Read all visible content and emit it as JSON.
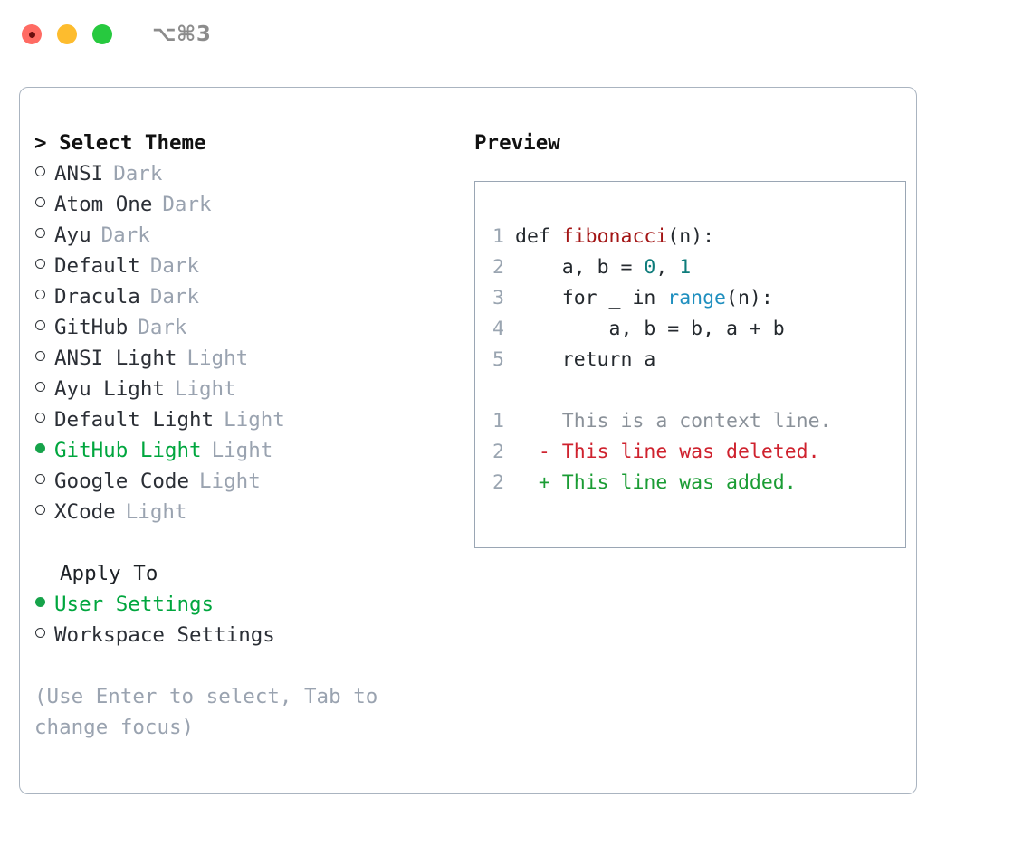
{
  "titlebar": {
    "shortcut": "⌥⌘3",
    "lights": [
      {
        "name": "close",
        "color": "#ff6b63"
      },
      {
        "name": "minimize",
        "color": "#fdbc2e"
      },
      {
        "name": "maximize",
        "color": "#27c93f"
      }
    ]
  },
  "theme_list": {
    "heading": "> Select Theme",
    "items": [
      {
        "name": "ANSI",
        "kind": "Dark",
        "selected": false
      },
      {
        "name": "Atom One",
        "kind": "Dark",
        "selected": false
      },
      {
        "name": "Ayu",
        "kind": "Dark",
        "selected": false
      },
      {
        "name": "Default",
        "kind": "Dark",
        "selected": false
      },
      {
        "name": "Dracula",
        "kind": "Dark",
        "selected": false
      },
      {
        "name": "GitHub",
        "kind": "Dark",
        "selected": false
      },
      {
        "name": "ANSI Light",
        "kind": "Light",
        "selected": false
      },
      {
        "name": "Ayu Light",
        "kind": "Light",
        "selected": false
      },
      {
        "name": "Default Light",
        "kind": "Light",
        "selected": false
      },
      {
        "name": "GitHub Light",
        "kind": "Light",
        "selected": true
      },
      {
        "name": "Google Code",
        "kind": "Light",
        "selected": false
      },
      {
        "name": "XCode",
        "kind": "Light",
        "selected": false
      }
    ]
  },
  "apply_to": {
    "heading": "Apply To",
    "options": [
      {
        "label": "User Settings",
        "selected": true
      },
      {
        "label": "Workspace Settings",
        "selected": false
      }
    ]
  },
  "hint": "(Use Enter to select, Tab to change focus)",
  "preview": {
    "title": "Preview",
    "code_lines": [
      {
        "num": "1",
        "tokens": [
          {
            "t": "def ",
            "c": "plain"
          },
          {
            "t": "fibonacci",
            "c": "fn"
          },
          {
            "t": "(n):",
            "c": "plain"
          }
        ]
      },
      {
        "num": "2",
        "tokens": [
          {
            "t": "    a, b = ",
            "c": "plain"
          },
          {
            "t": "0",
            "c": "num"
          },
          {
            "t": ", ",
            "c": "plain"
          },
          {
            "t": "1",
            "c": "num"
          }
        ]
      },
      {
        "num": "3",
        "tokens": [
          {
            "t": "    for _ in ",
            "c": "plain"
          },
          {
            "t": "range",
            "c": "call"
          },
          {
            "t": "(n):",
            "c": "plain"
          }
        ]
      },
      {
        "num": "4",
        "tokens": [
          {
            "t": "        a, b = b, a + b",
            "c": "plain"
          }
        ]
      },
      {
        "num": "5",
        "tokens": [
          {
            "t": "    return a",
            "c": "plain"
          }
        ]
      }
    ],
    "diff_lines": [
      {
        "num": "1",
        "marker": " ",
        "text": " This is a context line.",
        "kind": "ctx"
      },
      {
        "num": "2",
        "marker": "-",
        "text": " This line was deleted.",
        "kind": "del"
      },
      {
        "num": "2",
        "marker": "+",
        "text": " This line was added.",
        "kind": "add"
      }
    ]
  },
  "colors": {
    "accent_green": "#00a63e",
    "muted": "#9aa3b0",
    "border": "#aab4c0",
    "code_border": "#9aa6b4",
    "diff_add": "#1a9c34",
    "diff_del": "#cf222e",
    "token_fn": "#a31515",
    "token_num": "#0e7c7b",
    "token_call": "#1f8fbf"
  }
}
